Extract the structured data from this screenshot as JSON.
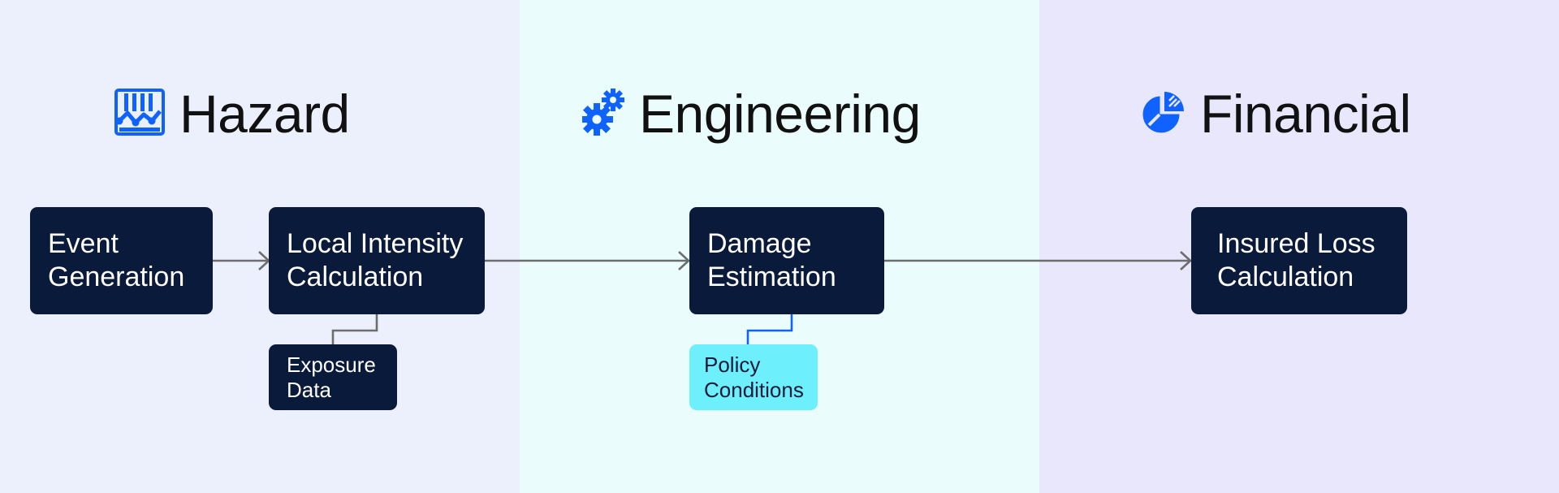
{
  "colors": {
    "panel_hazard_bg": "#ecf0fd",
    "panel_engineering_bg": "#ebfcfd",
    "panel_financial_bg": "#e9e7fc",
    "icon_blue": "#0f62fe",
    "box_dark": "#0a1a3a",
    "box_dark_text": "#ffffff",
    "box_cyan": "#6df0fb",
    "box_cyan_text": "#0a1a3a",
    "arrow_gray": "#6d6d6d",
    "link_blue": "#0f62fe"
  },
  "sections": {
    "hazard": {
      "title": "Hazard",
      "icon": "waveform-chart-icon"
    },
    "engineering": {
      "title": "Engineering",
      "icon": "gears-icon"
    },
    "financial": {
      "title": "Financial",
      "icon": "pie-chart-icon"
    }
  },
  "nodes": {
    "event_generation": {
      "label": "Event\nGeneration"
    },
    "local_intensity": {
      "label": "Local Intensity\nCalculation"
    },
    "exposure_data": {
      "label": "Exposure\nData"
    },
    "damage_estimation": {
      "label": "Damage\nEstimation"
    },
    "policy_conditions": {
      "label": "Policy\nConditions"
    },
    "insured_loss": {
      "label": "Insured Loss\nCalculation"
    }
  }
}
